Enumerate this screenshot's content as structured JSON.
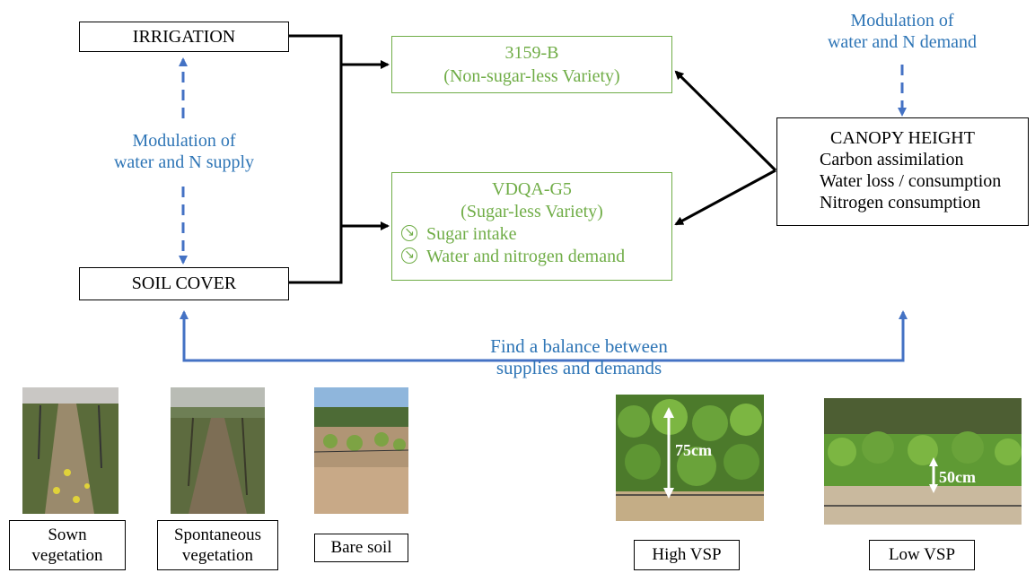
{
  "irrigation": "IRRIGATION",
  "soil_cover": "SOIL COVER",
  "variety1": {
    "line1": "3159-B",
    "line2": "(Non-sugar-less Variety)"
  },
  "variety2": {
    "line1": "VDQA-G5",
    "line2": "(Sugar-less Variety)",
    "bullets": [
      "Sugar intake",
      "Water and nitrogen demand"
    ]
  },
  "canopy": {
    "title": "CANOPY HEIGHT",
    "items": [
      "Carbon assimilation",
      "Water loss / consumption",
      "Nitrogen consumption"
    ]
  },
  "modulation_supply": {
    "line1": "Modulation of",
    "line2": "water and N supply"
  },
  "modulation_demand": {
    "line1": "Modulation of",
    "line2": "water and N demand"
  },
  "balance": {
    "line1": "Find a balance between",
    "line2": "supplies and demands"
  },
  "photos": {
    "sown": {
      "line1": "Sown",
      "line2": "vegetation"
    },
    "spontaneous": {
      "line1": "Spontaneous",
      "line2": "vegetation"
    },
    "bare": "Bare soil",
    "high_vsp": {
      "caption": "High VSP",
      "height_label": "75cm"
    },
    "low_vsp": {
      "caption": "Low VSP",
      "height_label": "50cm"
    }
  },
  "colors": {
    "green": "#70AD47",
    "blue": "#2E75B6",
    "black": "#000000"
  }
}
